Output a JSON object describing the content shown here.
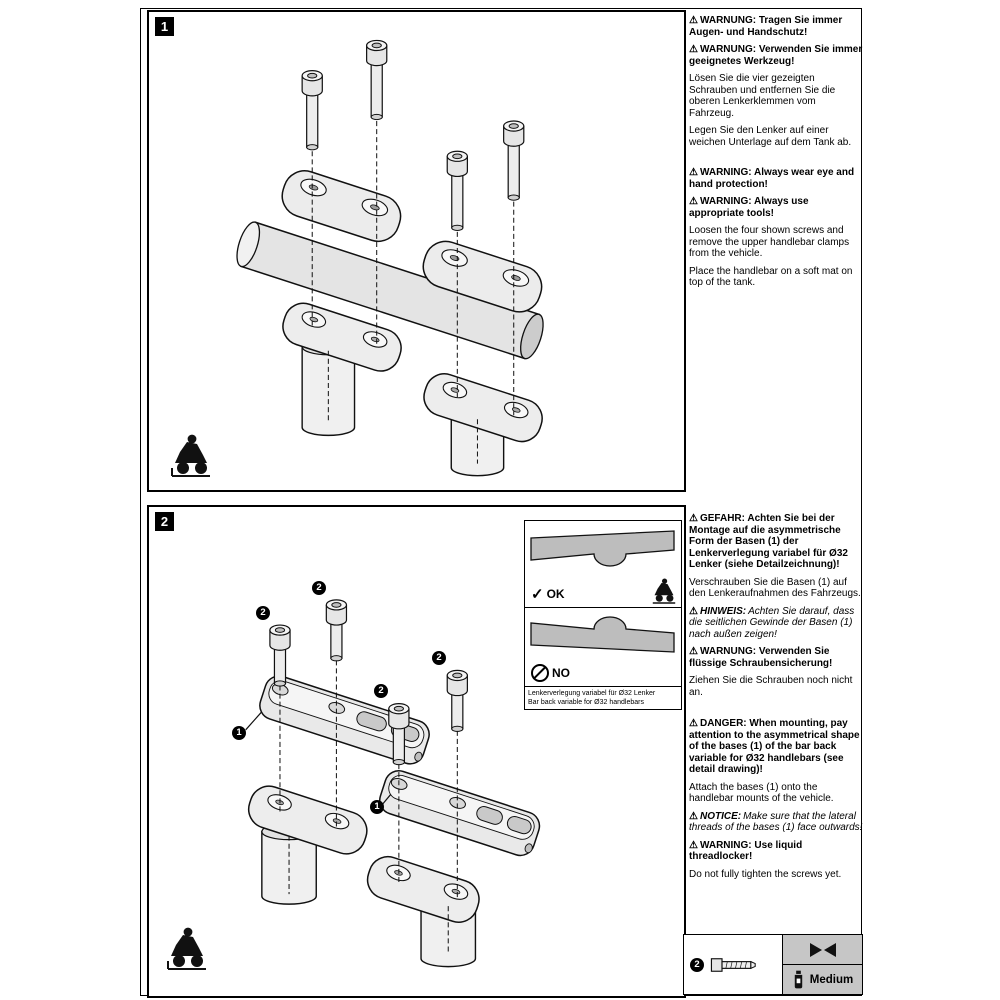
{
  "icons": {
    "warning_triangle": "⚠",
    "check": "✓"
  },
  "step1": {
    "number": "1",
    "de": {
      "warn1": "WARNUNG: Tragen Sie immer Augen- und Handschutz!",
      "warn2": "WARNUNG: Verwenden Sie immer geeignetes Werkzeug!",
      "p1": "Lösen Sie die vier gezeigten Schrauben und entfernen Sie die oberen Lenkerklemmen vom Fahrzeug.",
      "p2": "Legen Sie den Lenker auf einer weichen Unterlage auf dem Tank ab."
    },
    "en": {
      "warn1": "WARNING: Always wear eye and hand protection!",
      "warn2": "WARNING: Always use appropriate tools!",
      "p1": "Loosen the four shown screws and remove the upper handlebar clamps from the vehicle.",
      "p2": "Place the handlebar on a soft mat on top of the tank."
    }
  },
  "step2": {
    "number": "2",
    "de": {
      "danger": "GEFAHR: Achten Sie bei der Montage auf die asymmetrische Form der Basen (1) der Lenkerverlegung variabel für Ø32 Lenker (siehe Detailzeichnung)!",
      "p1": "Verschrauben Sie die Basen (1) auf den Lenkeraufnahmen des Fahrzeugs.",
      "notice_label": "HINWEIS:",
      "notice_text": "Achten Sie darauf, dass die seitlichen Gewinde der Basen (1) nach außen zeigen!",
      "warn": "WARNUNG: Verwenden Sie flüssige Schraubensicherung!",
      "p2": "Ziehen Sie die Schrauben noch nicht an."
    },
    "en": {
      "danger": "DANGER: When mounting, pay attention to the asymmetrical shape of the bases (1) of the bar back variable for Ø32 handlebars (see detail drawing)!",
      "p1": "Attach the bases (1) onto the handlebar mounts of the vehicle.",
      "notice_label": "NOTICE:",
      "notice_text": "Make sure that the lateral threads of the bases (1) face outwards!",
      "warn": "WARNING: Use liquid threadlocker!",
      "p2": "Do not fully tighten the screws yet."
    },
    "labels": {
      "base": "1",
      "screw": "2"
    },
    "inset": {
      "ok": "OK",
      "no": "NO",
      "caption_de": "Lenkerverlegung variabel für Ø32 Lenker",
      "caption_en": "Bar back variable for Ø32 handlebars"
    }
  },
  "legend": {
    "screw_number": "2",
    "threadlocker_strength": "Medium"
  }
}
